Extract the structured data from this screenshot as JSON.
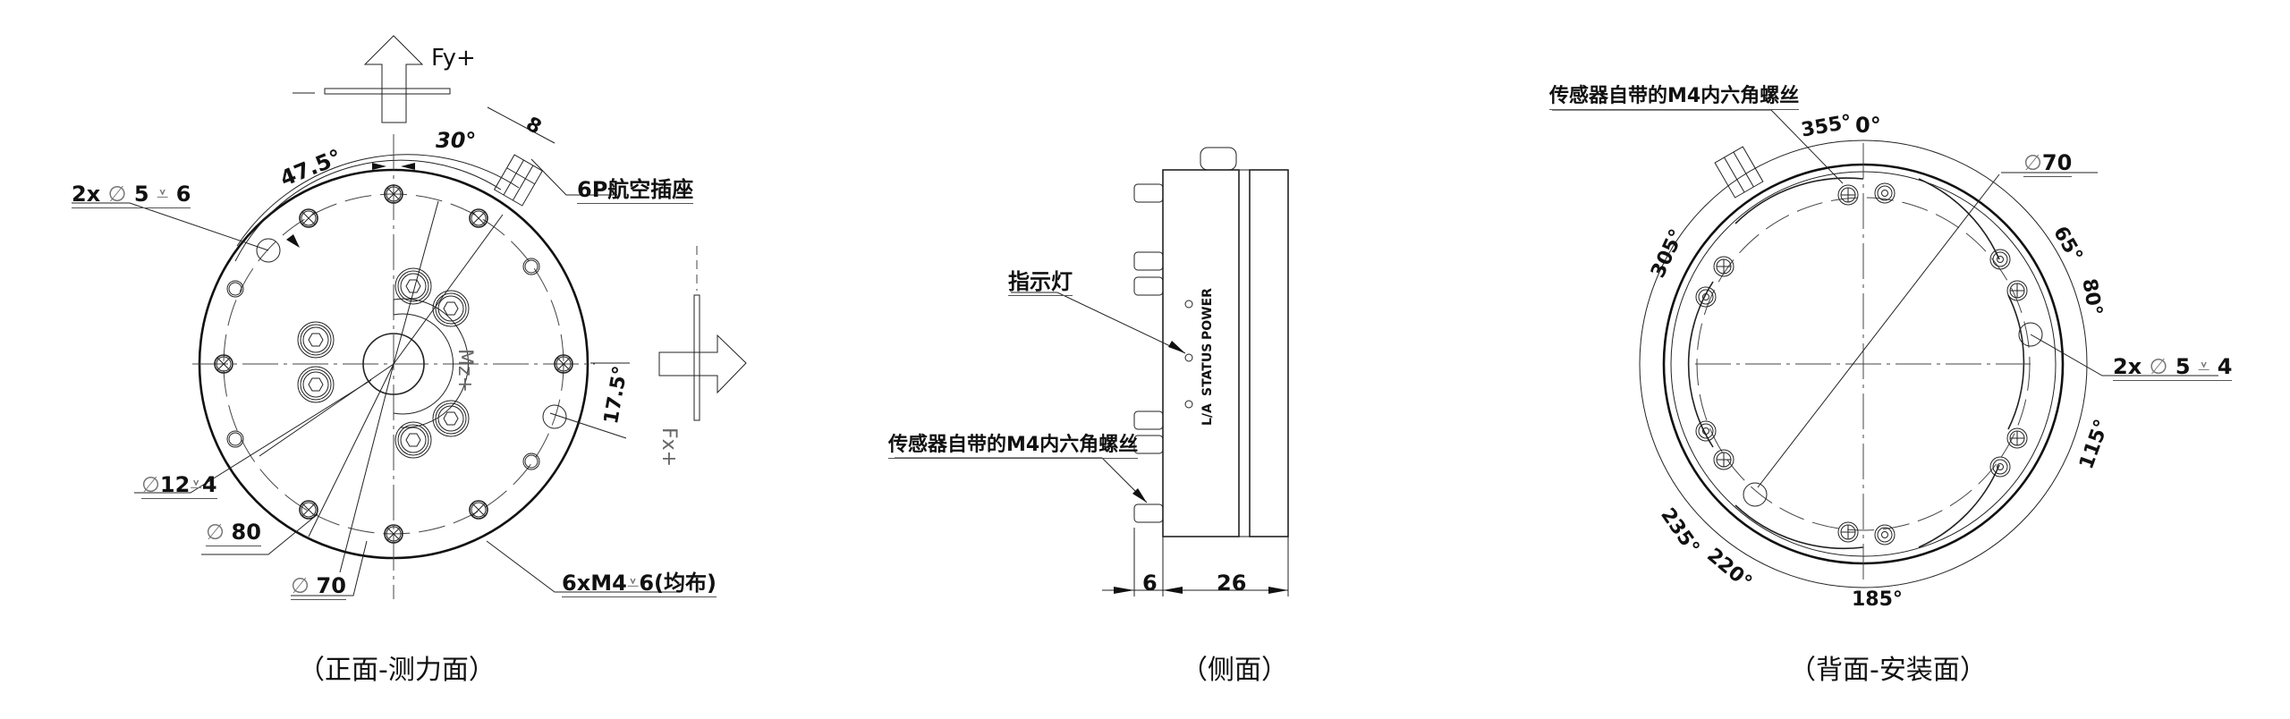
{
  "views": {
    "front": {
      "caption": "（正面-测力面）",
      "force_y": "Fy+",
      "force_x": "Fx+",
      "moment_z": "Mz+",
      "angle_a": "47.5°",
      "angle_b": "30°",
      "angle_c": "17.5°",
      "connector_width": "8",
      "connector_label": "6P航空插座",
      "pin_hole": {
        "count": "2x",
        "dia_sym": "∅",
        "dia": "5",
        "depth_sym": "⩡",
        "depth": "6"
      },
      "center_bore": {
        "dia_sym": "∅",
        "dia": "12",
        "depth_sym": "⩡",
        "depth": "4"
      },
      "outer_dia": {
        "dia_sym": "∅",
        "value": "80"
      },
      "bolt_circle": {
        "dia_sym": "∅",
        "value": "70"
      },
      "thread_holes": {
        "count": "6",
        "x": "x",
        "spec": "M4",
        "depth_sym": "⩡",
        "depth": "6",
        "note": "(均布)"
      }
    },
    "side": {
      "caption": "（侧面）",
      "indicator_label": "指示灯",
      "screw_label": "传感器自带的M4内六角螺丝",
      "led_labels": [
        "POWER",
        "STATUS",
        "L/A"
      ],
      "dim_screw": "6",
      "dim_body": "26"
    },
    "back": {
      "caption": "（背面-安装面）",
      "screw_label": "传感器自带的M4内六角螺丝",
      "bolt_circle": {
        "dia_sym": "∅",
        "value": "70"
      },
      "pin_hole": {
        "count": "2x",
        "dia_sym": "∅",
        "dia": "5",
        "depth_sym": "⩡",
        "depth": "4"
      },
      "angles": [
        "355°",
        "0°",
        "65°",
        "80°",
        "115°",
        "185°",
        "220°",
        "235°",
        "305°"
      ]
    }
  },
  "colors": {
    "ink": "#111111",
    "background": "#ffffff"
  }
}
